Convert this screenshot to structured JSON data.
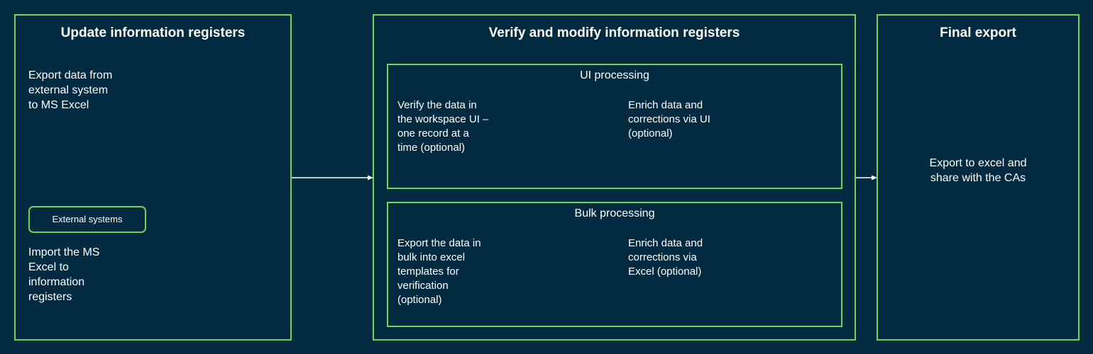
{
  "diagram": {
    "stages": {
      "update": {
        "title": "Update information registers",
        "export_text": "Export data from external system to MS Excel",
        "pill_label": "External systems",
        "import_text": "Import the MS Excel to information registers"
      },
      "verify": {
        "title": "Verify and modify information registers",
        "ui": {
          "title": "UI processing",
          "left_text": "Verify the data in the workspace UI – one record at a time (optional)",
          "right_text": "Enrich data and corrections via UI (optional)"
        },
        "bulk": {
          "title": "Bulk processing",
          "left_text": "Export the data in bulk into excel templates for verification (optional)",
          "right_text": "Enrich data and corrections via Excel (optional)"
        }
      },
      "final": {
        "title": "Final export",
        "text": "Export to excel and share with the CAs"
      }
    },
    "colors": {
      "background": "#022b42",
      "border": "#6fd65a",
      "text": "#ffffff"
    }
  }
}
